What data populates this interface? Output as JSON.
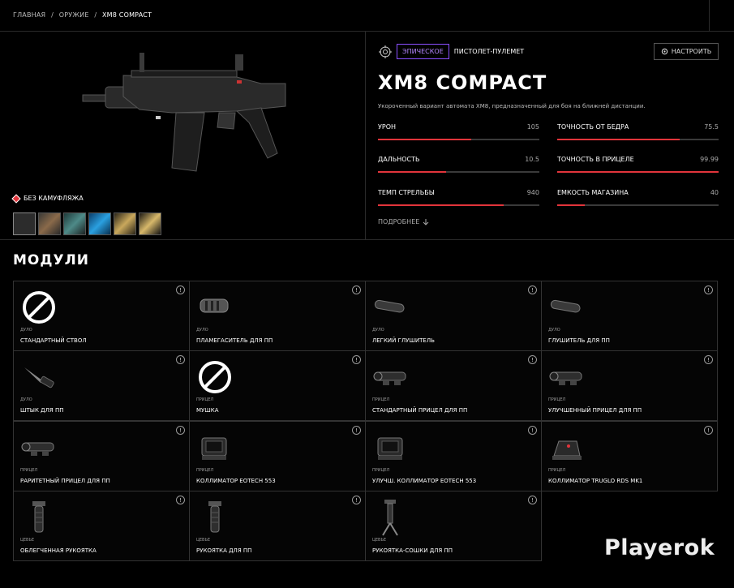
{
  "breadcrumb": [
    "ГЛАВНАЯ",
    "/",
    "ОРУЖИЕ",
    "/",
    "XM8 COMPACT"
  ],
  "weapon": {
    "rarity": "ЭПИЧЕСКОЕ",
    "type": "ПИСТОЛЕТ-ПУЛЕМЕТ",
    "configure_label": "НАСТРОИТЬ",
    "name": "XM8 COMPACT",
    "description": "Укороченный вариант автомата XM8, предназначенный для боя на ближней дистанции.",
    "camo_label": "БЕЗ КАМУФЛЯЖА",
    "more_label": "ПОДРОБНЕЕ"
  },
  "stats": [
    {
      "label": "УРОН",
      "value": "105",
      "fraction": 0.58
    },
    {
      "label": "ТОЧНОСТЬ ОТ БЕДРА",
      "value": "75.5",
      "fraction": 0.76
    },
    {
      "label": "ДАЛЬНОСТЬ",
      "value": "10.5",
      "fraction": 0.42
    },
    {
      "label": "ТОЧНОСТЬ В ПРИЦЕЛЕ",
      "value": "99.99",
      "fraction": 1.0
    },
    {
      "label": "ТЕМП СТРЕЛЬБЫ",
      "value": "940",
      "fraction": 0.78
    },
    {
      "label": "ЕМКОСТЬ МАГАЗИНА",
      "value": "40",
      "fraction": 0.17
    }
  ],
  "modules_title": "МОДУЛИ",
  "modules": [
    {
      "slot": "ДУЛО",
      "name": "СТАНДАРТНЫЙ СТВОЛ",
      "icon": "none-icon"
    },
    {
      "slot": "ДУЛО",
      "name": "ПЛАМЕГАСИТЕЛЬ ДЛЯ ПП",
      "icon": "flash-hider-icon"
    },
    {
      "slot": "ДУЛО",
      "name": "ЛЕГКИЙ ГЛУШИТЕЛЬ",
      "icon": "silencer-icon"
    },
    {
      "slot": "ДУЛО",
      "name": "ГЛУШИТЕЛЬ ДЛЯ ПП",
      "icon": "silencer-icon"
    },
    {
      "slot": "ДУЛО",
      "name": "ШТЫК ДЛЯ ПП",
      "icon": "bayonet-icon"
    },
    {
      "slot": "ПРИЦЕЛ",
      "name": "МУШКА",
      "icon": "none-icon"
    },
    {
      "slot": "ПРИЦЕЛ",
      "name": "СТАНДАРТНЫЙ ПРИЦЕЛ ДЛЯ ПП",
      "icon": "scope-icon"
    },
    {
      "slot": "ПРИЦЕЛ",
      "name": "УЛУЧШЕННЫЙ ПРИЦЕЛ ДЛЯ ПП",
      "icon": "scope-icon"
    },
    {
      "slot": "ПРИЦЕЛ",
      "name": "РАРИТЕТНЫЙ ПРИЦЕЛ ДЛЯ ПП",
      "icon": "scope-icon"
    },
    {
      "slot": "ПРИЦЕЛ",
      "name": "КОЛЛИМАТОР EOTECH 553",
      "icon": "holo-sight-icon"
    },
    {
      "slot": "ПРИЦЕЛ",
      "name": "УЛУЧШ. КОЛЛИМАТОР EOTECH 553",
      "icon": "holo-sight-icon"
    },
    {
      "slot": "ПРИЦЕЛ",
      "name": "КОЛЛИМАТОР TRUGLO RDS MK1",
      "icon": "red-dot-icon"
    },
    {
      "slot": "ЦЕВЬЕ",
      "name": "ОБЛЕГЧЕННАЯ РУКОЯТКА",
      "icon": "grip-icon"
    },
    {
      "slot": "ЦЕВЬЕ",
      "name": "РУКОЯТКА ДЛЯ ПП",
      "icon": "grip-icon"
    },
    {
      "slot": "ЦЕВЬЕ",
      "name": "РУКОЯТКА-СОШКИ ДЛЯ ПП",
      "icon": "bipod-grip-icon"
    }
  ],
  "watermark": "Playerok",
  "colors": {
    "accent": "#e2343b",
    "rarity": "#8a4fff"
  }
}
